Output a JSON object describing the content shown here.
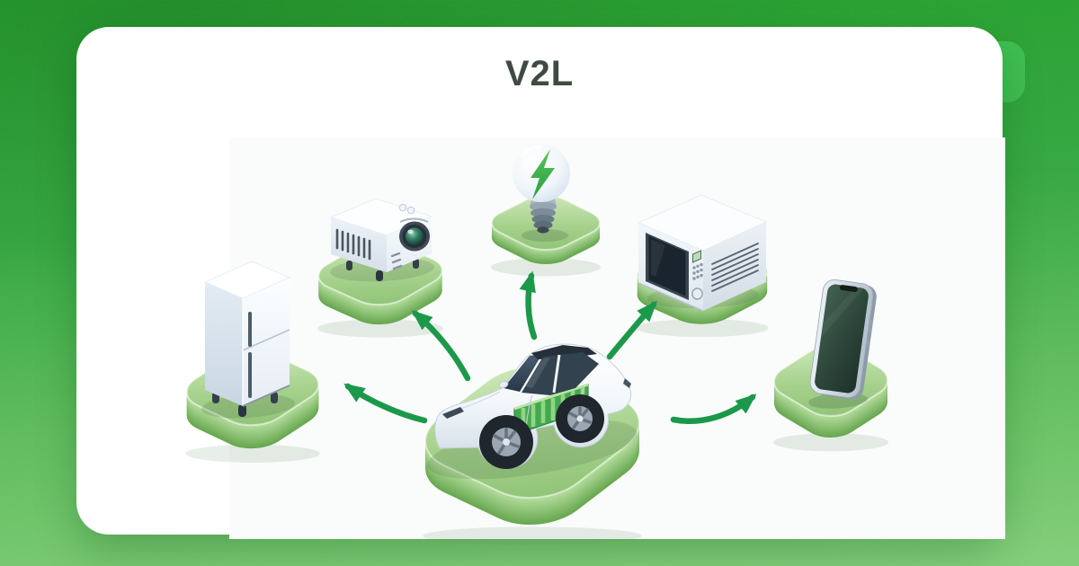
{
  "diagram": {
    "title": "V2L",
    "type": "radial-flow",
    "center_node": {
      "name": "electric-car-with-battery"
    },
    "devices": [
      {
        "name": "refrigerator",
        "position": "left"
      },
      {
        "name": "projector",
        "position": "upper-left"
      },
      {
        "name": "light-bulb",
        "position": "top"
      },
      {
        "name": "microwave-oven",
        "position": "upper-right"
      },
      {
        "name": "smartphone",
        "position": "right"
      }
    ],
    "arrow_count": 5,
    "colors": {
      "background_top": "#17991f",
      "background_bottom": "#7bcb72",
      "card": "#ffffff",
      "decor_blob": "#40bf52",
      "title_text": "#3f4b41",
      "arrow": "#1c984a",
      "platform_top": "#a6d18c",
      "platform_side": "#74b25a",
      "battery": "#4caf50"
    }
  }
}
